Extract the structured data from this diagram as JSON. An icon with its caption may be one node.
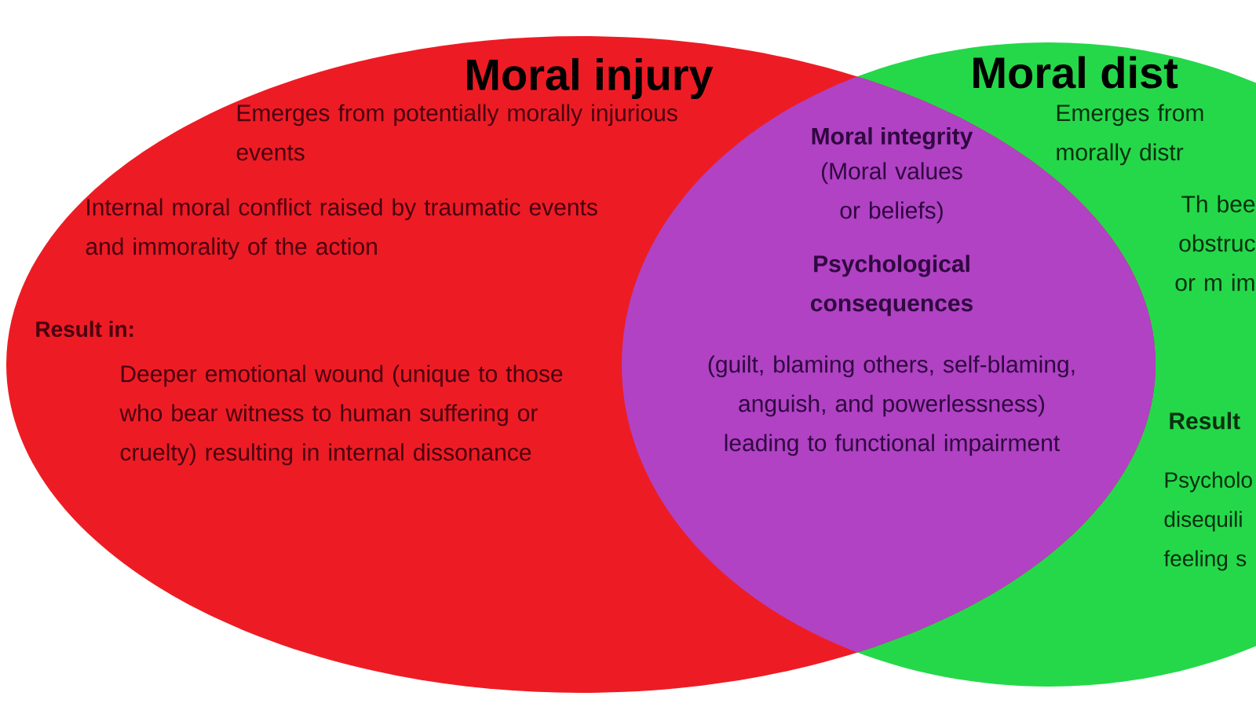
{
  "diagram": {
    "nodes": [
      {
        "text": [
          "Moral injury",
          "Emerges from potentially morally injurious events",
          "Internal moral conflict raised by traumatic events and immorality of the action",
          "Result in:",
          "Deeper emotional wound (unique to those who bear witness to human suffering or cruelty) resulting in internal dissonance"
        ]
      },
      {
        "text": [
          "Moral dist",
          "Emerges from morally distr",
          "Th bee obstruc or m im",
          "Result",
          "Psycholo disequili feeling s"
        ]
      },
      {
        "text": [
          "Moral integrity",
          "(Moral values or beliefs)",
          "Psychological consequences",
          "(guilt, blaming others, self-blaming, anguish, and powerlessness) leading to functional impairment"
        ]
      }
    ]
  }
}
